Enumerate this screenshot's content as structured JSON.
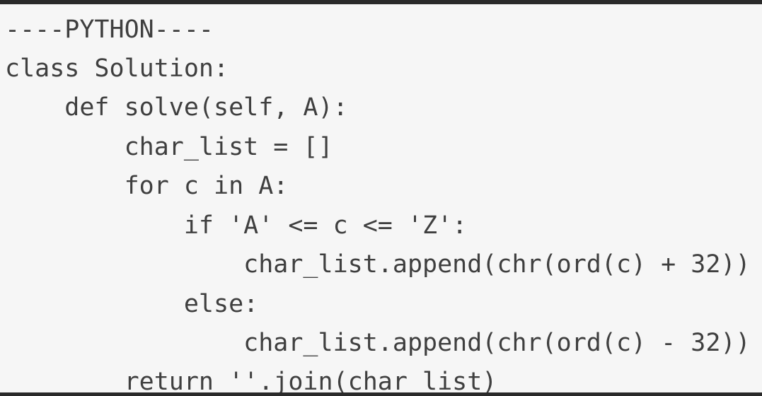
{
  "editor": {
    "background_color": "#f6f6f6",
    "text_color": "#3f3f3f",
    "lines": [
      "----PYTHON----",
      "class Solution:",
      "    def solve(self, A):",
      "        char_list = []",
      "        for c in A:",
      "            if 'A' <= c <= 'Z':",
      "                char_list.append(chr(ord(c) + 32))",
      "            else:",
      "                char_list.append(chr(ord(c) - 32))",
      "        return ''.join(char_list)"
    ]
  }
}
